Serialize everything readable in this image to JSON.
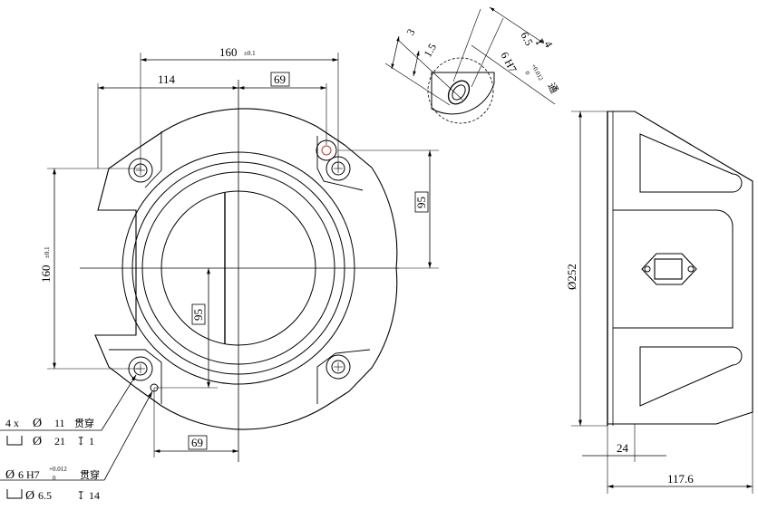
{
  "front_view": {
    "dim_overall_width": {
      "value": "160",
      "tol": "±0.1"
    },
    "dim_left_offset": "114",
    "dim_top_offset": "69",
    "dim_overall_height": {
      "value": "160",
      "tol": "±0.1"
    },
    "dim_right_offset": "95",
    "dim_center_offset": "95",
    "dim_bottom_offset": "69"
  },
  "callout_holes": {
    "line1_count": "4 x",
    "line1_symbol": "Ø",
    "line1_dia": "11",
    "line1_thru": "贯穿",
    "line2_symbol": "Ø",
    "line2_dia": "21",
    "line2_depth_symbol": "↧",
    "line2_depth": "1"
  },
  "callout_pin": {
    "line1_symbol": "Ø",
    "line1_dia": "6 H7",
    "line1_tol_upper": "+0.012",
    "line1_tol_lower": "0",
    "line1_thru": "贯穿",
    "line2_symbol": "Ø",
    "line2_dia": "6.5",
    "line2_depth_symbol": "↧",
    "line2_depth": "14"
  },
  "detail_view": {
    "dim_slot_width": "3",
    "dim_slot_offset": "1.5",
    "dim_cbore": "6.5",
    "dim_cbore_depth_symbol": "↧",
    "dim_cbore_depth": "4",
    "dim_pin_dia": "6 H7",
    "dim_pin_tol_upper": "+0.012",
    "dim_pin_tol_lower": "0",
    "dim_pin_thru": "通"
  },
  "side_view": {
    "dim_diameter": "Ø252",
    "dim_flange": "24",
    "dim_length": "117.6"
  }
}
